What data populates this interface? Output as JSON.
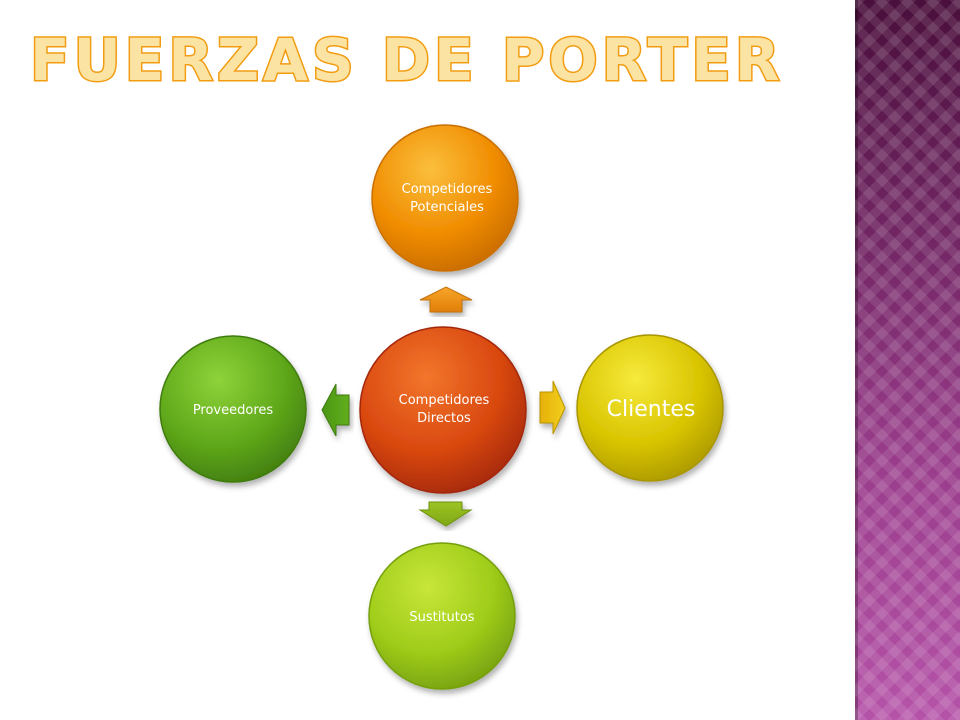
{
  "slide": {
    "title": "FUERZAS DE PORTER"
  },
  "diagram": {
    "center": {
      "label_lines": [
        "Competidores",
        "Directos"
      ],
      "color": "#d9480f"
    },
    "nodes": [
      {
        "id": "top",
        "label_lines": [
          "Competidores",
          "Potenciales"
        ],
        "color": "#f08c00"
      },
      {
        "id": "right",
        "label_lines": [
          "Clientes"
        ],
        "color": "#d9c400"
      },
      {
        "id": "bottom",
        "label_lines": [
          "Sustitutos"
        ],
        "color": "#8fc21a"
      },
      {
        "id": "left",
        "label_lines": [
          "Proveedores"
        ],
        "color": "#5fa81a"
      }
    ]
  },
  "colors": {
    "title_fill": "#fbe3a4",
    "title_stroke": "#f29c11",
    "panel": "#7a2a6e"
  }
}
